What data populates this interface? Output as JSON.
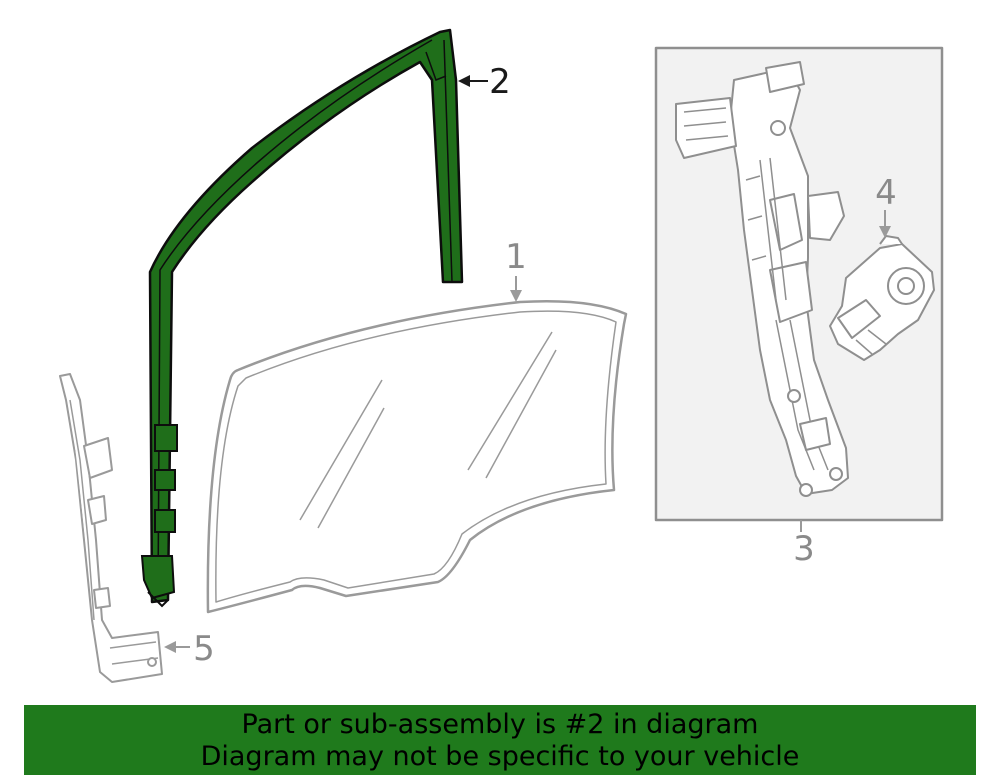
{
  "callouts": {
    "c1": "1",
    "c2": "2",
    "c3": "3",
    "c4": "4",
    "c5": "5"
  },
  "banner": {
    "line1": "Part or sub-assembly is #2 in diagram",
    "line2": "Diagram may not be specific to your vehicle",
    "background": "#1f7a1c"
  },
  "highlight_color": "#1f6e1a",
  "line_color": "#9a9a9a"
}
